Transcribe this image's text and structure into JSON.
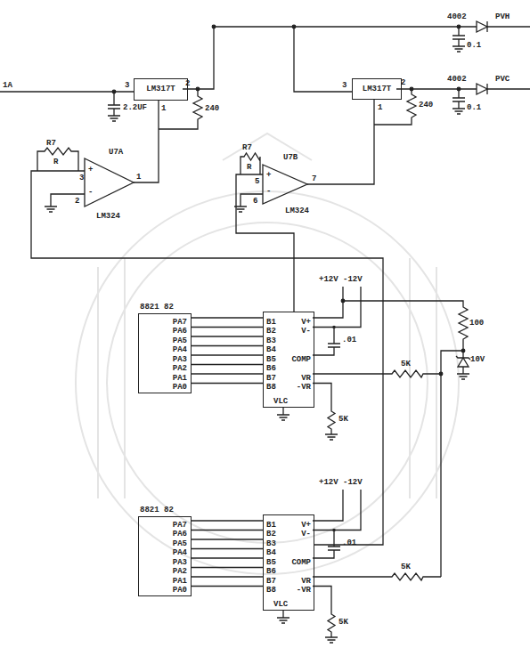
{
  "diagram": {
    "nodes": [
      {
        "text": [
          "LM317T"
        ]
      },
      {
        "text": [
          "LM317T"
        ]
      },
      {
        "text": [
          "U7A",
          "LM324"
        ]
      },
      {
        "text": [
          "U7B",
          "LM324"
        ]
      },
      {
        "text": [
          "8821 82",
          "PA7",
          "PA6",
          "PA5",
          "PA4",
          "PA3",
          "PA2",
          "PA1",
          "PA0"
        ]
      },
      {
        "text": [
          "B1",
          "B2",
          "B3",
          "B4",
          "B5",
          "B6",
          "B7",
          "B8",
          "V+",
          "V-",
          "COMP",
          "VR",
          "-VR",
          "VLC"
        ]
      },
      {
        "text": [
          "8821 82",
          "PA7",
          "PA6",
          "PA5",
          "PA4",
          "PA3",
          "PA2",
          "PA1",
          "PA0"
        ]
      },
      {
        "text": [
          "B1",
          "B2",
          "B3",
          "B4",
          "B5",
          "B6",
          "B7",
          "B8",
          "V+",
          "V-",
          "COMP",
          "VR",
          "-VR",
          "VLC"
        ]
      }
    ],
    "edges": [
      {
        "from": 4,
        "to": 5,
        "arrow": "none"
      },
      {
        "from": 4,
        "to": 5,
        "arrow": "none"
      },
      {
        "from": 4,
        "to": 5,
        "arrow": "none"
      },
      {
        "from": 4,
        "to": 5,
        "arrow": "none"
      },
      {
        "from": 4,
        "to": 5,
        "arrow": "none"
      },
      {
        "from": 4,
        "to": 5,
        "arrow": "none"
      },
      {
        "from": 4,
        "to": 5,
        "arrow": "none"
      },
      {
        "from": 4,
        "to": 5,
        "arrow": "none"
      },
      {
        "from": 2,
        "to": 0,
        "arrow": "none"
      },
      {
        "from": 3,
        "to": 1,
        "arrow": "none"
      },
      {
        "from": 5,
        "to": 3,
        "arrow": "none"
      },
      {
        "from": 7,
        "to": 2,
        "arrow": "none"
      },
      {
        "from": 6,
        "to": 7,
        "arrow": "none"
      },
      {
        "from": 6,
        "to": 7,
        "arrow": "none"
      },
      {
        "from": 6,
        "to": 7,
        "arrow": "none"
      },
      {
        "from": 6,
        "to": 7,
        "arrow": "none"
      },
      {
        "from": 6,
        "to": 7,
        "arrow": "none"
      },
      {
        "from": 6,
        "to": 7,
        "arrow": "none"
      },
      {
        "from": 6,
        "to": 7,
        "arrow": "none"
      },
      {
        "from": 6,
        "to": 7,
        "arrow": "none"
      }
    ],
    "labels": [
      "1A",
      "2.2UF",
      "240",
      "240",
      "3",
      "2",
      "1",
      "3",
      "2",
      "1",
      "R7",
      "R",
      "3",
      "2",
      "1",
      "+",
      "-",
      "R7",
      "R",
      "5",
      "6",
      "7",
      "+",
      "-",
      "4002",
      "PVH",
      "4002",
      "PVC",
      "0.1",
      "0.1",
      "+12V -12V",
      ".01",
      "100",
      "10V",
      "5K",
      "5K",
      "+12V -12V",
      ".01",
      "5K",
      "5K"
    ]
  }
}
